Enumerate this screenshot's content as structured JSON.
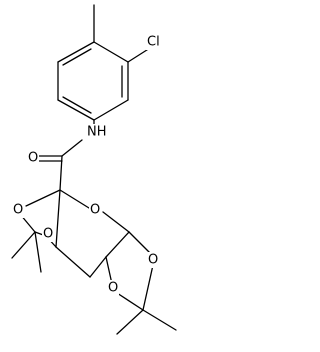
{
  "colors": {
    "bond": "#000000",
    "label": "#000000",
    "background": "#ffffff"
  },
  "atoms": {
    "cl": "Cl",
    "nh": "NH",
    "o_carbonyl": "O",
    "o_ring": "O",
    "o_left": "O",
    "o_inner": "O",
    "o_acetal_left": "O",
    "o_acetal_right": "O"
  }
}
